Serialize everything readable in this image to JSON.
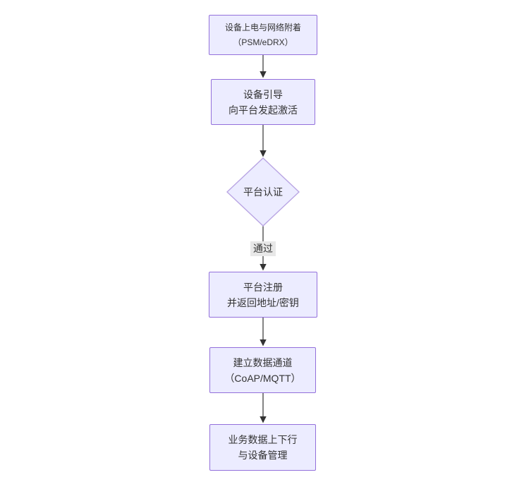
{
  "theme": {
    "canvas_bg": "#ffffff",
    "node_fill": "#ECECFF",
    "node_border": "#9370DB",
    "diamond_border": "#B9A5E3",
    "text_color": "#333333",
    "arrow_color": "#333333",
    "edge_label_bg": "#E8E8E8"
  },
  "flowchart": {
    "nodes": [
      {
        "id": "power-attach",
        "type": "rect",
        "lines": [
          "设备上电与网络附着",
          "（PSM/eDRX）"
        ]
      },
      {
        "id": "bootstrap-activate",
        "type": "rect",
        "lines": [
          "设备引导",
          "向平台发起激活"
        ]
      },
      {
        "id": "platform-auth",
        "type": "diamond",
        "lines": [
          "平台认证"
        ]
      },
      {
        "id": "platform-register",
        "type": "rect",
        "lines": [
          "平台注册",
          "并返回地址/密钥"
        ]
      },
      {
        "id": "data-channel",
        "type": "rect",
        "lines": [
          "建立数据通道",
          "（CoAP/MQTT）"
        ]
      },
      {
        "id": "business-data",
        "type": "rect",
        "lines": [
          "业务数据上下行",
          "与设备管理"
        ]
      }
    ],
    "edges": [
      {
        "from": "power-attach",
        "to": "bootstrap-activate",
        "label": ""
      },
      {
        "from": "bootstrap-activate",
        "to": "platform-auth",
        "label": ""
      },
      {
        "from": "platform-auth",
        "to": "platform-register",
        "label": "通过"
      },
      {
        "from": "platform-register",
        "to": "data-channel",
        "label": ""
      },
      {
        "from": "data-channel",
        "to": "business-data",
        "label": ""
      }
    ]
  }
}
